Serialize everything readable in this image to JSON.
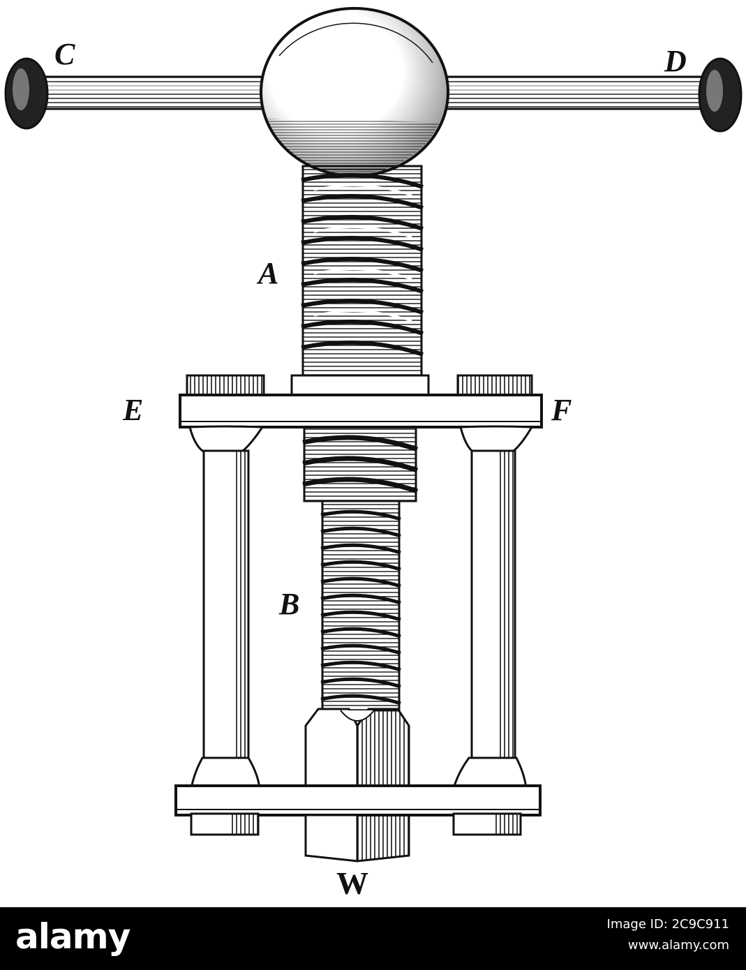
{
  "figure": {
    "labels": {
      "c": "C",
      "d": "D",
      "a": "A",
      "e": "E",
      "f": "F",
      "b": "B",
      "w": "W"
    }
  },
  "footer": {
    "brand": "alamy",
    "image_id_label": "Image ID: 2C9C911",
    "site": "www.alamy.com"
  },
  "colors": {
    "ink": "#111111",
    "paper": "#ffffff",
    "footer_bg": "#000000",
    "footer_text": "#ffffff"
  }
}
